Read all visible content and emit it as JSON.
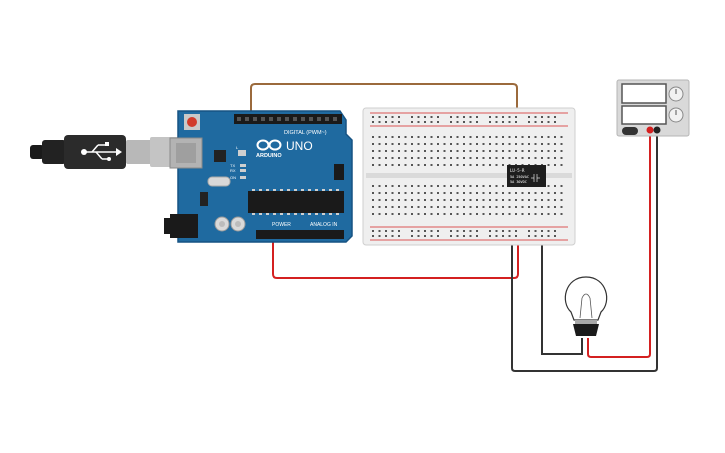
{
  "arduino": {
    "brand": "ARDUINO",
    "model": "UNO",
    "digital_label": "DIGITAL (PWM~)",
    "power_label": "POWER",
    "analog_label": "ANALOG IN",
    "tx_label": "TX",
    "rx_label": "RX",
    "on_label": "ON",
    "l_label": "L",
    "board_color": "#1f6aa0"
  },
  "relay": {
    "line1": "LU-5-R",
    "line2": "5A 250VAC",
    "line3": "5A 30VDC"
  },
  "wire_colors": {
    "signal": "#9b6a3c",
    "power": "#d42020",
    "ground": "#333333"
  },
  "icons": {
    "usb": "usb-plug-icon",
    "bulb": "light-bulb-icon",
    "supply": "power-supply-icon"
  }
}
